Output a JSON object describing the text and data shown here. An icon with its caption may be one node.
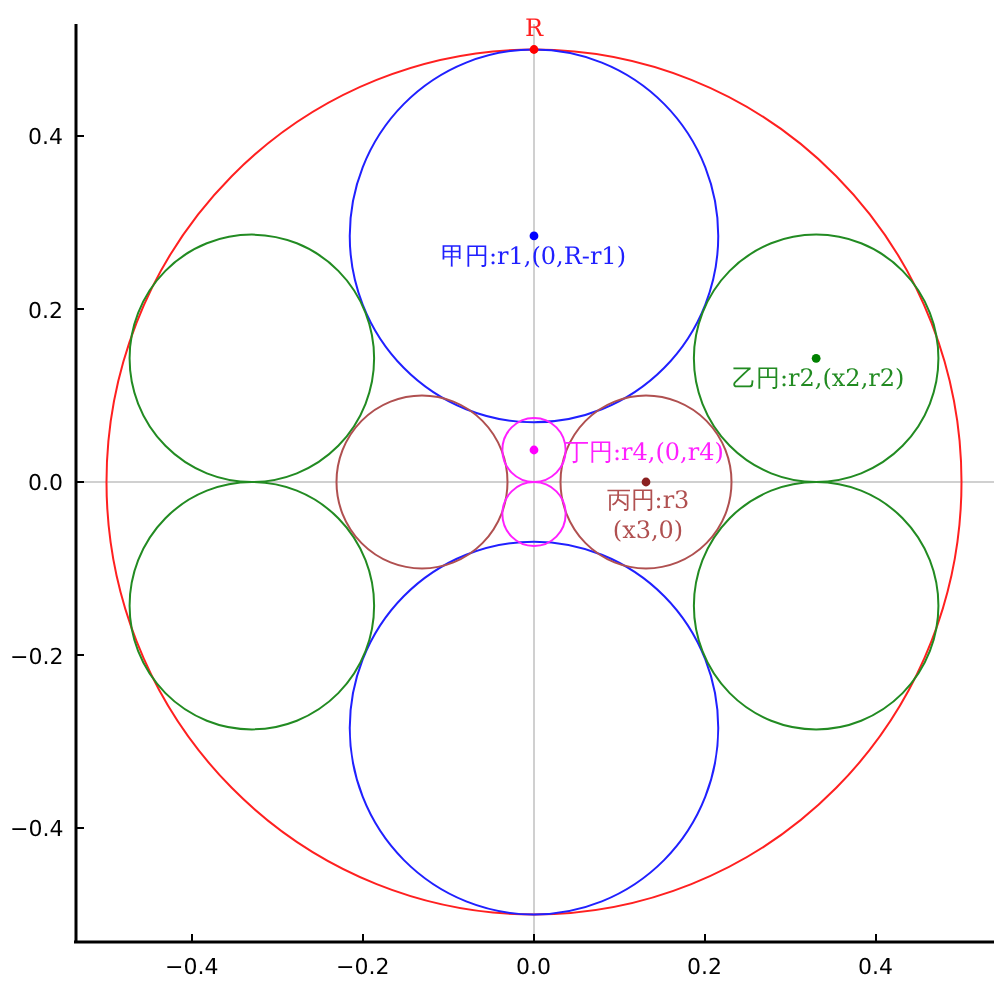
{
  "diagram": {
    "labels": [
      "R",
      "甲円:r1,(0,R-r1)",
      "乙円:r2,(x2,r2)",
      "丁円:r4,(0,r4)",
      "丙円:r3 (x3,0)",
      "0.4",
      "0.2",
      "0.0",
      "−0.2",
      "−0.4",
      "−0.4",
      "−0.2",
      "0.0",
      "0.2",
      "0.4"
    ]
  }
}
